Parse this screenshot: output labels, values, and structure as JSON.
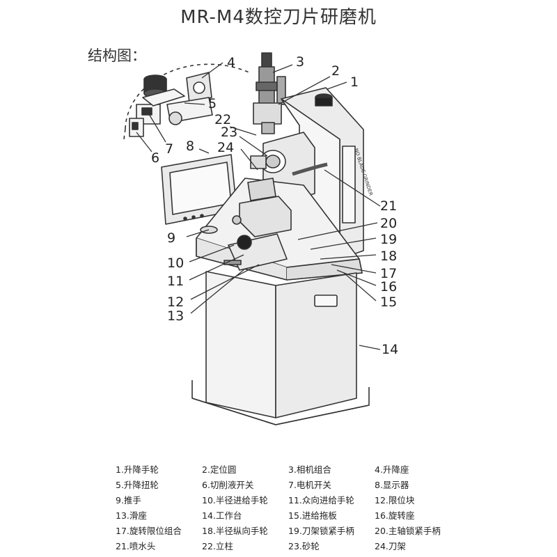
{
  "header": {
    "title": "MR-M4数控刀片研磨机",
    "subtitle": "结构图："
  },
  "machine": {
    "body_label_vertical": "NO BLADE GRINDER"
  },
  "callouts": [
    "1",
    "2",
    "3",
    "4",
    "5",
    "6",
    "7",
    "8",
    "9",
    "10",
    "11",
    "12",
    "13",
    "14",
    "15",
    "16",
    "17",
    "18",
    "19",
    "20",
    "21",
    "22",
    "23",
    "24"
  ],
  "legend": {
    "rows": [
      [
        "1.升降手轮",
        "2.定位圆",
        "3.相机组合",
        "4.升降座"
      ],
      [
        "5.升降扭轮",
        "6.切削液开关",
        "7.电机开关",
        "8.显示器"
      ],
      [
        "9.推手",
        "10.半径进给手轮",
        "11.众向进给手轮",
        "12.限位块"
      ],
      [
        "13.滑座",
        "14.工作台",
        "15.进给拖板",
        "16.旋转座"
      ],
      [
        "17.旋转限位组合",
        "18.半径纵向手轮",
        "19.刀架锁紧手柄",
        "20.主轴锁紧手柄"
      ],
      [
        "21.喷水头",
        "22.立柱",
        "23.砂轮",
        "24.刀架"
      ]
    ]
  }
}
